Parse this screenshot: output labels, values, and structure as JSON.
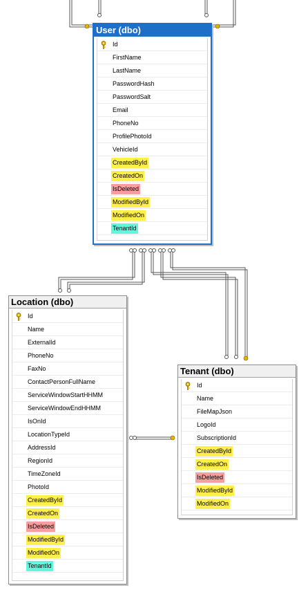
{
  "tables": {
    "user": {
      "title": "User (dbo)",
      "columns": [
        {
          "name": "Id",
          "key": true,
          "highlight": null
        },
        {
          "name": "FirstName",
          "key": false,
          "highlight": null
        },
        {
          "name": "LastName",
          "key": false,
          "highlight": null
        },
        {
          "name": "PasswordHash",
          "key": false,
          "highlight": null
        },
        {
          "name": "PasswordSalt",
          "key": false,
          "highlight": null
        },
        {
          "name": "Email",
          "key": false,
          "highlight": null
        },
        {
          "name": "PhoneNo",
          "key": false,
          "highlight": null
        },
        {
          "name": "ProfilePhotoId",
          "key": false,
          "highlight": null
        },
        {
          "name": "VehicleId",
          "key": false,
          "highlight": null
        },
        {
          "name": "CreatedById",
          "key": false,
          "highlight": "yellow"
        },
        {
          "name": "CreatedOn",
          "key": false,
          "highlight": "yellow"
        },
        {
          "name": "IsDeleted",
          "key": false,
          "highlight": "red"
        },
        {
          "name": "ModifiedById",
          "key": false,
          "highlight": "yellow"
        },
        {
          "name": "ModifiedOn",
          "key": false,
          "highlight": "yellow"
        },
        {
          "name": "TenantId",
          "key": false,
          "highlight": "cyan"
        }
      ]
    },
    "location": {
      "title": "Location (dbo)",
      "columns": [
        {
          "name": "Id",
          "key": true,
          "highlight": null
        },
        {
          "name": "Name",
          "key": false,
          "highlight": null
        },
        {
          "name": "ExternalId",
          "key": false,
          "highlight": null
        },
        {
          "name": "PhoneNo",
          "key": false,
          "highlight": null
        },
        {
          "name": "FaxNo",
          "key": false,
          "highlight": null
        },
        {
          "name": "ContactPersonFullName",
          "key": false,
          "highlight": null
        },
        {
          "name": "ServiceWindowStartHHMM",
          "key": false,
          "highlight": null
        },
        {
          "name": "ServiceWindowEndHHMM",
          "key": false,
          "highlight": null
        },
        {
          "name": "IsOnId",
          "key": false,
          "highlight": null
        },
        {
          "name": "LocationTypeId",
          "key": false,
          "highlight": null
        },
        {
          "name": "AddressId",
          "key": false,
          "highlight": null
        },
        {
          "name": "RegionId",
          "key": false,
          "highlight": null
        },
        {
          "name": "TimeZoneId",
          "key": false,
          "highlight": null
        },
        {
          "name": "PhotoId",
          "key": false,
          "highlight": null
        },
        {
          "name": "CreatedById",
          "key": false,
          "highlight": "yellow"
        },
        {
          "name": "CreatedOn",
          "key": false,
          "highlight": "yellow"
        },
        {
          "name": "IsDeleted",
          "key": false,
          "highlight": "red"
        },
        {
          "name": "ModifiedById",
          "key": false,
          "highlight": "yellow"
        },
        {
          "name": "ModifiedOn",
          "key": false,
          "highlight": "yellow"
        },
        {
          "name": "TenantId",
          "key": false,
          "highlight": "cyan"
        }
      ]
    },
    "tenant": {
      "title": "Tenant (dbo)",
      "columns": [
        {
          "name": "Id",
          "key": true,
          "highlight": null
        },
        {
          "name": "Name",
          "key": false,
          "highlight": null
        },
        {
          "name": "FileMapJson",
          "key": false,
          "highlight": null
        },
        {
          "name": "LogoId",
          "key": false,
          "highlight": null
        },
        {
          "name": "SubscriptionId",
          "key": false,
          "highlight": null
        },
        {
          "name": "CreatedById",
          "key": false,
          "highlight": "yellow"
        },
        {
          "name": "CreatedOn",
          "key": false,
          "highlight": "yellow"
        },
        {
          "name": "IsDeleted",
          "key": false,
          "highlight": "red"
        },
        {
          "name": "ModifiedById",
          "key": false,
          "highlight": "yellow"
        },
        {
          "name": "ModifiedOn",
          "key": false,
          "highlight": "yellow"
        }
      ]
    }
  },
  "colors": {
    "selected_border": "#1f6fc6",
    "highlight_yellow": "#ffef4a",
    "highlight_red": "#f79f9f",
    "highlight_cyan": "#62f7dc",
    "connector": "#555555",
    "key_icon": "#e5b400"
  },
  "icons": {
    "primary_key": "key-icon",
    "many_end": "infinity-icon",
    "one_end": "key-icon"
  }
}
